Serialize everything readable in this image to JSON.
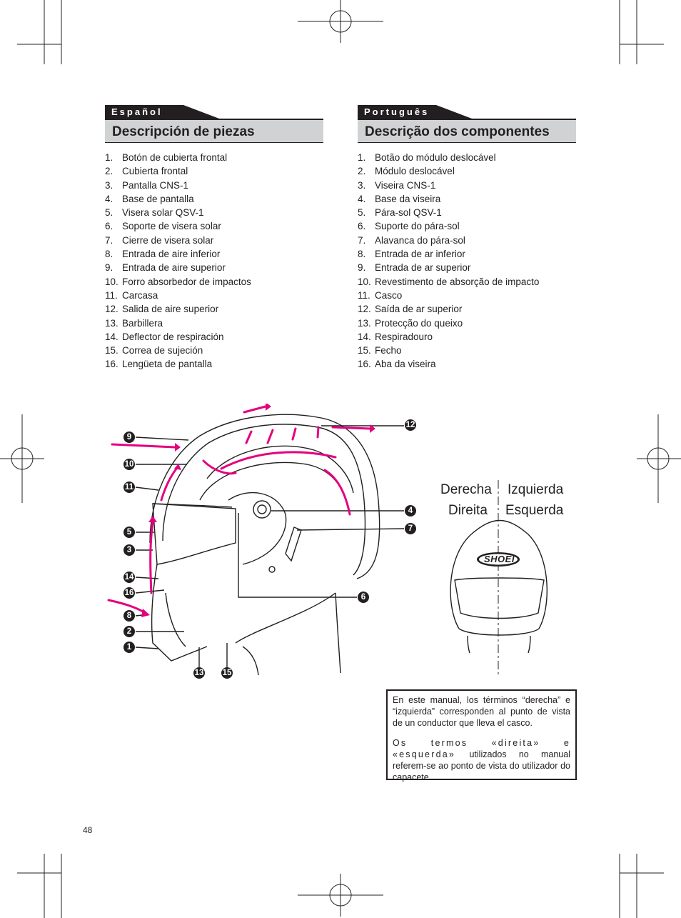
{
  "spanish": {
    "language": "Español",
    "title": "Descripción de piezas",
    "items": [
      {
        "num": "1.",
        "label": "Botón de cubierta frontal"
      },
      {
        "num": "2.",
        "label": "Cubierta frontal"
      },
      {
        "num": "3.",
        "label": "Pantalla CNS-1"
      },
      {
        "num": "4.",
        "label": "Base de pantalla"
      },
      {
        "num": "5.",
        "label": "Visera solar QSV-1"
      },
      {
        "num": "6.",
        "label": "Soporte de visera solar"
      },
      {
        "num": "7.",
        "label": "Cierre de visera solar"
      },
      {
        "num": "8.",
        "label": "Entrada de aire inferior"
      },
      {
        "num": "9.",
        "label": "Entrada de aire superior"
      },
      {
        "num": "10.",
        "label": "Forro absorbedor de impactos"
      },
      {
        "num": "11.",
        "label": "Carcasa"
      },
      {
        "num": "12.",
        "label": "Salida de aire superior"
      },
      {
        "num": "13.",
        "label": "Barbillera"
      },
      {
        "num": "14.",
        "label": "Deflector de respiración"
      },
      {
        "num": "15.",
        "label": "Correa de sujeción"
      },
      {
        "num": "16.",
        "label": "Lengüeta de pantalla"
      }
    ]
  },
  "portuguese": {
    "language": "Português",
    "title": "Descrição dos componentes",
    "items": [
      {
        "num": "1.",
        "label": "Botão do módulo deslocável"
      },
      {
        "num": "2.",
        "label": "Módulo deslocável"
      },
      {
        "num": "3.",
        "label": "Viseira CNS-1"
      },
      {
        "num": "4.",
        "label": "Base da viseira"
      },
      {
        "num": "5.",
        "label": "Pára-sol QSV-1"
      },
      {
        "num": "6.",
        "label": "Suporte do pára-sol"
      },
      {
        "num": "7.",
        "label": "Alavanca do pára-sol"
      },
      {
        "num": "8.",
        "label": "Entrada de ar inferior"
      },
      {
        "num": "9.",
        "label": "Entrada de ar superior"
      },
      {
        "num": "10.",
        "label": "Revestimento de absorção de impacto"
      },
      {
        "num": "11.",
        "label": "Casco"
      },
      {
        "num": "12.",
        "label": "Saída de ar superior"
      },
      {
        "num": "13.",
        "label": "Protecção do queixo"
      },
      {
        "num": "14.",
        "label": "Respiradouro"
      },
      {
        "num": "15.",
        "label": "Fecho"
      },
      {
        "num": "16.",
        "label": "Aba da viseira"
      }
    ]
  },
  "diagram": {
    "callouts": [
      "9",
      "10",
      "11",
      "5",
      "3",
      "14",
      "16",
      "8",
      "2",
      "1",
      "13",
      "15",
      "12",
      "4",
      "7",
      "6"
    ],
    "directions": {
      "right_es": "Derecha",
      "left_es": "Izquierda",
      "right_pt": "Direita",
      "left_pt": "Esquerda"
    },
    "brand_logo": "SHOEI",
    "arrow_color": "#e4007f"
  },
  "note": {
    "es": "En este manual, los términos “derecha” e “izquierda” corresponden al punto de vista de un conductor que lleva el casco.",
    "pt_lead": "Os termos «direita» e «esquerda»",
    "pt_rest": "utilizados no manual referem-se ao ponto de vista do utilizador do capacete."
  },
  "page_number": "48"
}
